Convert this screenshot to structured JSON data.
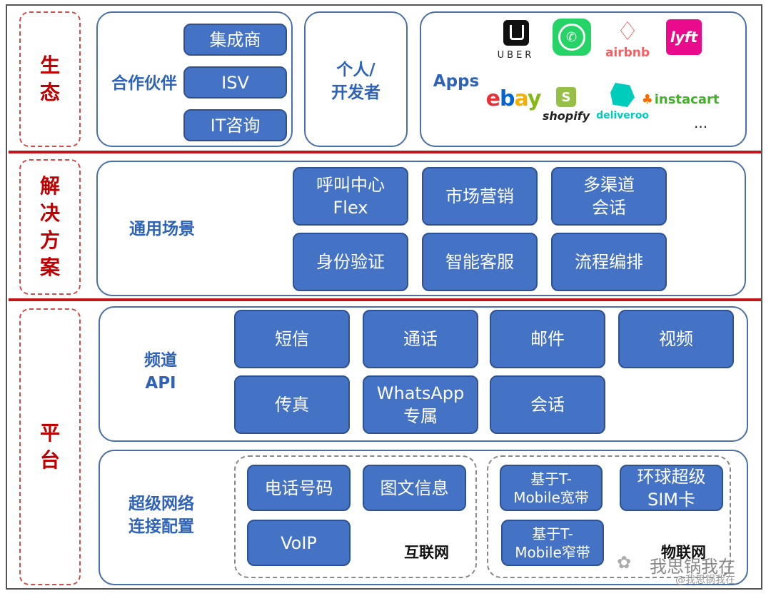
{
  "layers": {
    "ecosystem": "生态",
    "solutions": "解决方案",
    "platform": "平台"
  },
  "ecosystem": {
    "partners_label": "合作伙伴",
    "partners": [
      "集成商",
      "ISV",
      "IT咨询"
    ],
    "developers_label": "个人/\n开发者",
    "apps_label": "Apps",
    "apps": {
      "uber": "UBER",
      "airbnb": "airbnb",
      "lyft": "lyft",
      "ebay": "ebay",
      "shopify": "shopify",
      "deliveroo": "deliveroo",
      "instacart": "instacart",
      "more": "..."
    }
  },
  "solutions": {
    "label": "通用场景",
    "items": [
      "呼叫中心\nFlex",
      "市场营销",
      "多渠道\n会话",
      "身份验证",
      "智能客服",
      "流程编排"
    ]
  },
  "platform": {
    "channels_label": "频道\nAPI",
    "channels": [
      "短信",
      "通话",
      "邮件",
      "视频",
      "传真",
      "WhatsApp\n专属",
      "会话"
    ],
    "connectivity_label": "超级网络\n连接配置",
    "internet_items": [
      "电话号码",
      "图文信息",
      "VoIP"
    ],
    "internet_label": "互联网",
    "iot_items": [
      "基于T-\nMobile宽带",
      "环球超级\nSIM卡",
      "基于T-\nMobile窄带"
    ],
    "iot_label": "物联网"
  },
  "watermark": {
    "line1": "我思锅我在",
    "line2": "@我思锅我在"
  },
  "colors": {
    "accent_red": "#c00000",
    "box_blue": "#4472c4",
    "label_blue": "#2e63b8"
  }
}
